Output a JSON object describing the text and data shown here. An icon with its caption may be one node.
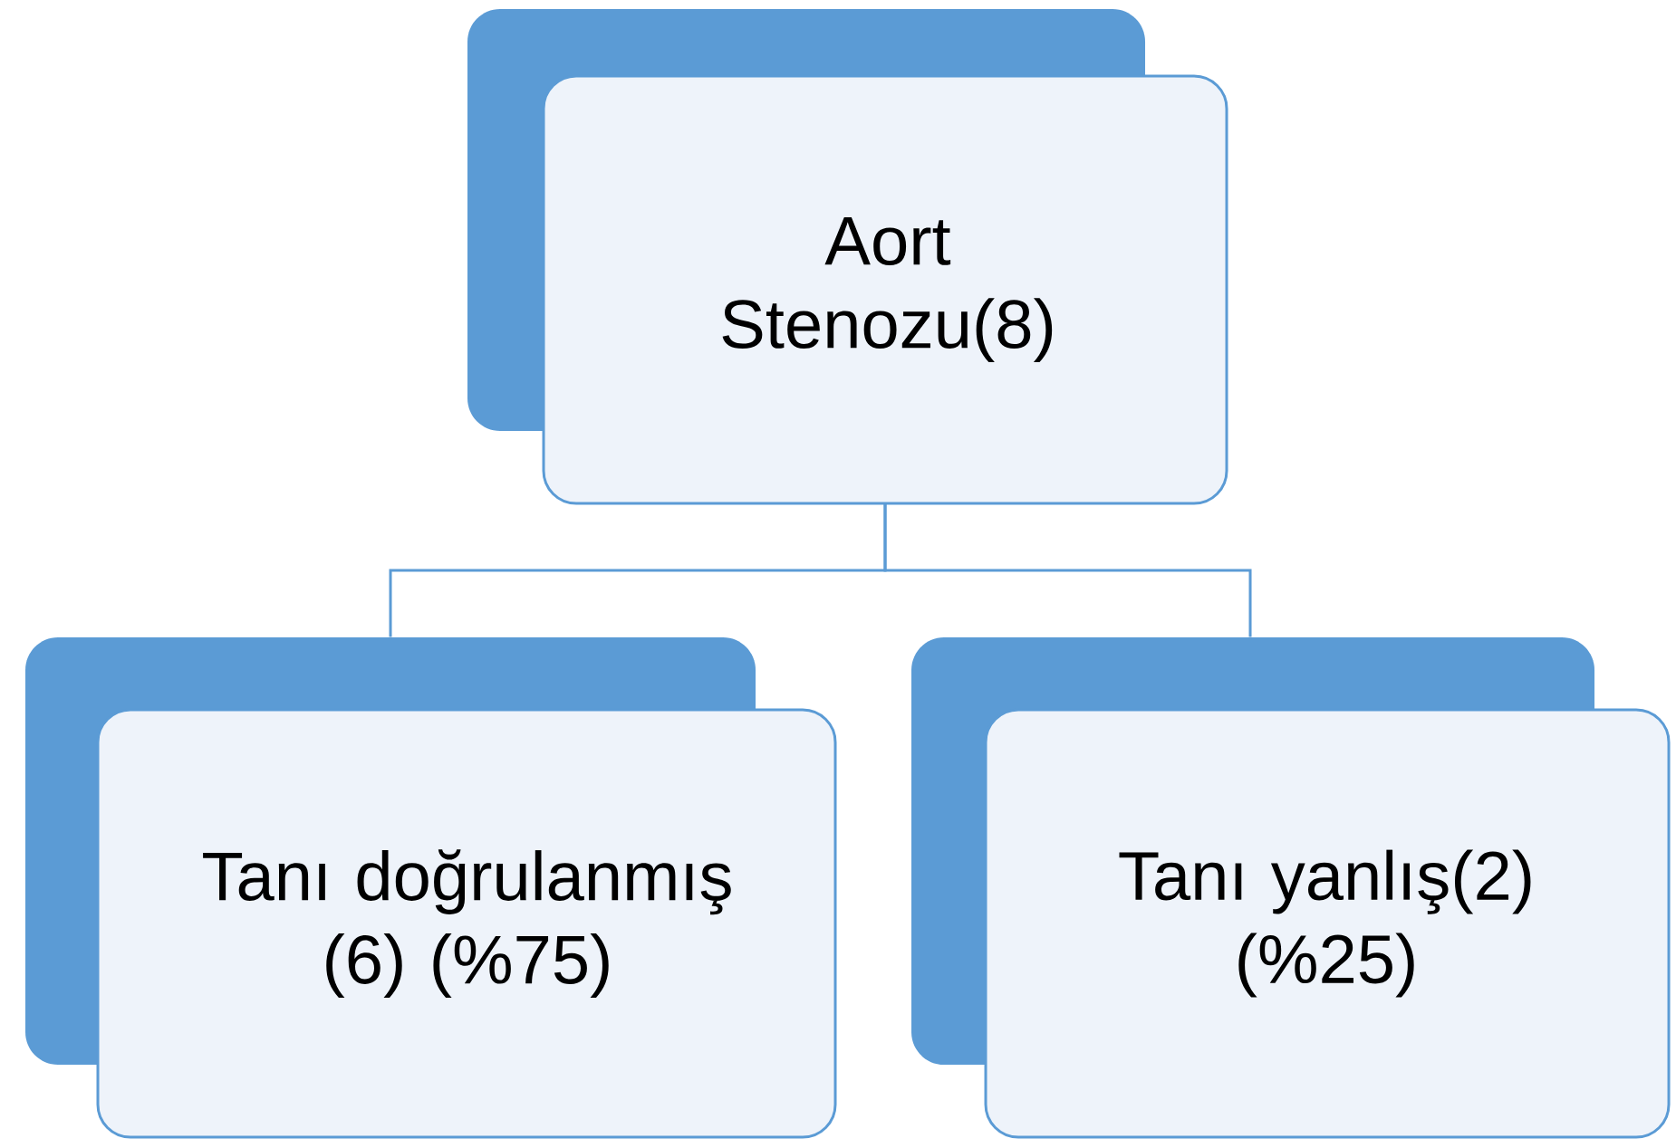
{
  "diagram": {
    "nodes": [
      {
        "text": [
          "Aort Stenozu(8)"
        ]
      },
      {
        "text": [
          "Tanı doğrulanmış (6) (%75)"
        ]
      },
      {
        "text": [
          "Tanı yanlış(2) (%25)"
        ]
      }
    ],
    "edges": [
      {
        "from": 0,
        "to": 1,
        "arrow": "none"
      },
      {
        "from": 0,
        "to": 2,
        "arrow": "none"
      }
    ]
  }
}
